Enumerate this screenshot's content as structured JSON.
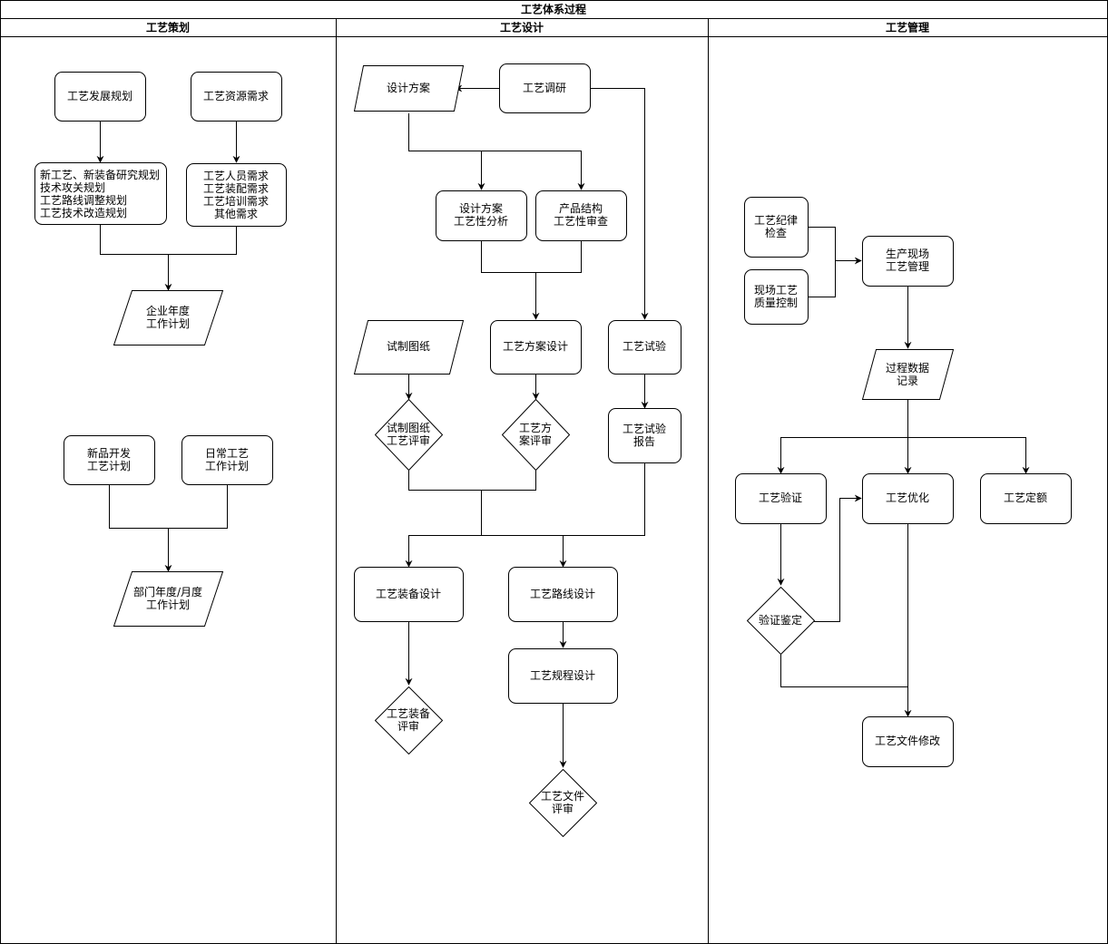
{
  "title": "工艺体系过程",
  "lanes": {
    "planning": "工艺策划",
    "design": "工艺设计",
    "management": "工艺管理"
  },
  "planning": {
    "dev_plan": "工艺发展规划",
    "resource_req": "工艺资源需求",
    "research_plan": [
      "新工艺、新装备研究规划",
      "技术攻关规划",
      "工艺路线调整规划",
      "工艺技术改造规划"
    ],
    "people_req": [
      "工艺人员需求",
      "工艺装配需求",
      "工艺培训需求",
      "其他需求"
    ],
    "annual_plan": [
      "企业年度",
      "工作计划"
    ],
    "new_product": [
      "新品开发",
      "工艺计划"
    ],
    "daily_plan": [
      "日常工艺",
      "工作计划"
    ],
    "dept_plan": [
      "部门年度/月度",
      "工作计划"
    ]
  },
  "design": {
    "scheme": "设计方案",
    "research": "工艺调研",
    "scheme_analysis": [
      "设计方案",
      "工艺性分析"
    ],
    "structure_review": [
      "产品结构",
      "工艺性审查"
    ],
    "trial_drawing": "试制图纸",
    "process_scheme": "工艺方案设计",
    "process_test": "工艺试验",
    "trial_review": [
      "试制图纸",
      "工艺评审"
    ],
    "scheme_review": [
      "工艺方",
      "案评审"
    ],
    "test_report": [
      "工艺试验",
      "报告"
    ],
    "equipment_design": "工艺装备设计",
    "route_design": "工艺路线设计",
    "procedure_design": "工艺规程设计",
    "equipment_review": [
      "工艺装备",
      "评审"
    ],
    "file_review": [
      "工艺文件",
      "评审"
    ]
  },
  "management": {
    "discipline": [
      "工艺纪律",
      "检查"
    ],
    "quality": [
      "现场工艺",
      "质量控制"
    ],
    "site_mgmt": [
      "生产现场",
      "工艺管理"
    ],
    "data_record": [
      "过程数据",
      "记录"
    ],
    "verify": "工艺验证",
    "optimize": "工艺优化",
    "quota": "工艺定额",
    "verify_check": "验证鉴定",
    "file_modify": "工艺文件修改"
  }
}
